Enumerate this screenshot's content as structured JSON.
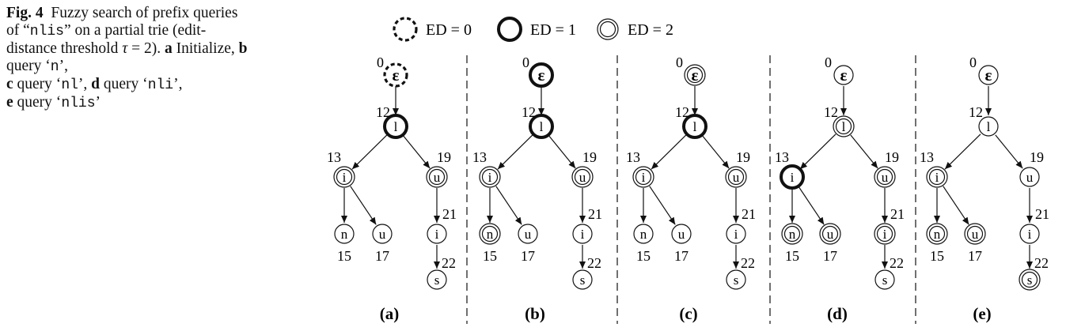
{
  "caption": {
    "fig_label": "Fig. 4",
    "part1": "Fuzzy search of prefix queries of “",
    "query": "nlis",
    "part2": "” on a partial trie (edit-distance threshold ",
    "tau": "τ",
    "part3": " = 2). ",
    "a_label": "a",
    "a_text": " Initialize, ",
    "b_label": "b",
    "b_text": " query ‘",
    "b_q": "n",
    "b_end": "’,",
    "c_label": "c",
    "c_text": " query ‘",
    "c_q": "nl",
    "c_end": "’, ",
    "d_label": "d",
    "d_text": " query ‘",
    "d_q": "nli",
    "d_end": "’,",
    "e_label": "e",
    "e_text": " query ‘",
    "e_q": "nlis",
    "e_end": "’"
  },
  "legend": [
    {
      "style": "dashed",
      "label": "ED = 0"
    },
    {
      "style": "bold",
      "label": "ED = 1"
    },
    {
      "style": "double",
      "label": "ED = 2"
    }
  ],
  "trie": {
    "nodes": [
      {
        "id": "root",
        "char": "ε",
        "num": "0"
      },
      {
        "id": "l",
        "char": "l",
        "num": "12"
      },
      {
        "id": "i13",
        "char": "i",
        "num": "13"
      },
      {
        "id": "u19",
        "char": "u",
        "num": "19"
      },
      {
        "id": "n15",
        "char": "n",
        "num": "15"
      },
      {
        "id": "u17",
        "char": "u",
        "num": "17"
      },
      {
        "id": "i21",
        "char": "i",
        "num": "21"
      },
      {
        "id": "s22",
        "char": "s",
        "num": "22"
      }
    ],
    "edges": [
      [
        "root",
        "l"
      ],
      [
        "l",
        "i13"
      ],
      [
        "l",
        "u19"
      ],
      [
        "i13",
        "n15"
      ],
      [
        "i13",
        "u17"
      ],
      [
        "u19",
        "i21"
      ],
      [
        "i21",
        "s22"
      ]
    ]
  },
  "panels": [
    {
      "label": "(a)",
      "states": {
        "root": "dashed",
        "l": "bold",
        "i13": "double",
        "u19": "double",
        "n15": "normal",
        "u17": "normal",
        "i21": "normal",
        "s22": "normal"
      }
    },
    {
      "label": "(b)",
      "states": {
        "root": "bold",
        "l": "bold",
        "i13": "double",
        "u19": "double",
        "n15": "double",
        "u17": "normal",
        "i21": "normal",
        "s22": "normal"
      }
    },
    {
      "label": "(c)",
      "states": {
        "root": "double",
        "l": "bold",
        "i13": "double",
        "u19": "double",
        "n15": "normal",
        "u17": "normal",
        "i21": "normal",
        "s22": "normal"
      }
    },
    {
      "label": "(d)",
      "states": {
        "root": "normal",
        "l": "double",
        "i13": "bold",
        "u19": "double",
        "n15": "double",
        "u17": "double",
        "i21": "double",
        "s22": "normal"
      }
    },
    {
      "label": "(e)",
      "states": {
        "root": "normal",
        "l": "normal",
        "i13": "double",
        "u19": "normal",
        "n15": "double",
        "u17": "double",
        "i21": "normal",
        "s22": "double"
      }
    }
  ]
}
